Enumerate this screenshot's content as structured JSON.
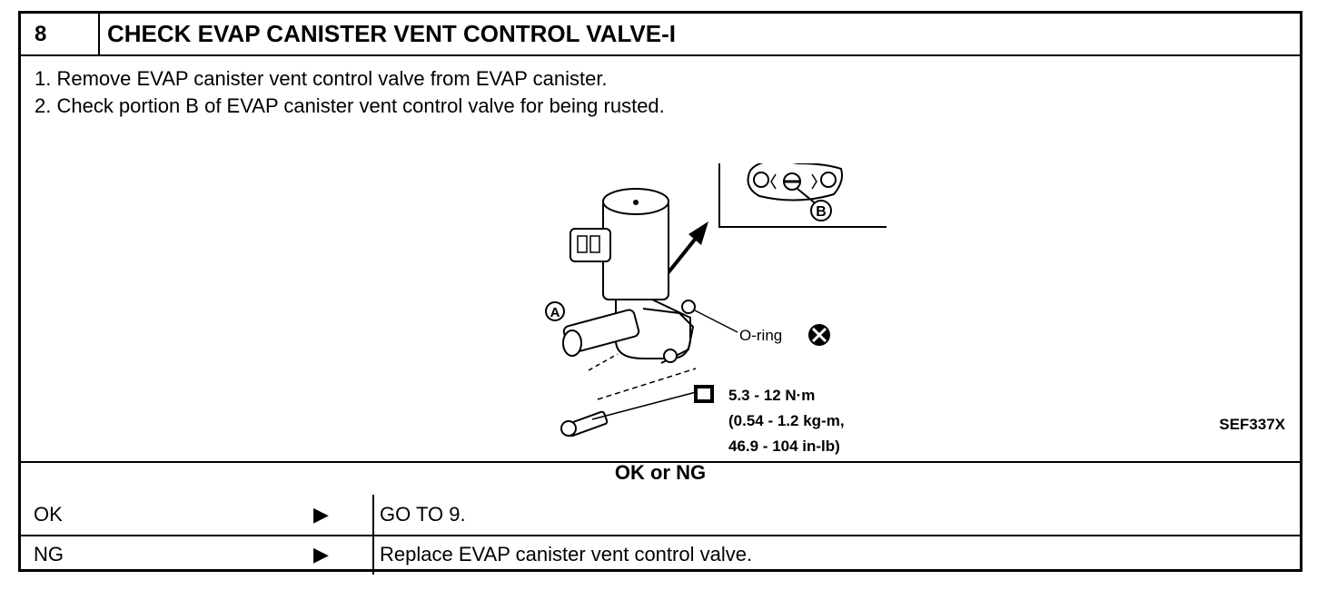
{
  "step": {
    "number": "8",
    "title": "CHECK EVAP CANISTER VENT CONTROL VALVE-I"
  },
  "instructions": [
    "1. Remove EVAP canister vent control valve from EVAP canister.",
    "2. Check portion B of EVAP canister vent control valve for being rusted."
  ],
  "figure": {
    "label_a": "A",
    "label_b": "B",
    "oring_label": "O-ring",
    "torque_line1": "5.3 - 12 N·m",
    "torque_line2": "(0.54 - 1.2 kg-m,",
    "torque_line3": "46.9 - 104 in-lb)",
    "figure_code": "SEF337X"
  },
  "judgement": "OK or NG",
  "results": [
    {
      "label": "OK",
      "arrow": "▶",
      "action": "GO TO 9."
    },
    {
      "label": "NG",
      "arrow": "▶",
      "action": "Replace EVAP canister vent control valve."
    }
  ]
}
